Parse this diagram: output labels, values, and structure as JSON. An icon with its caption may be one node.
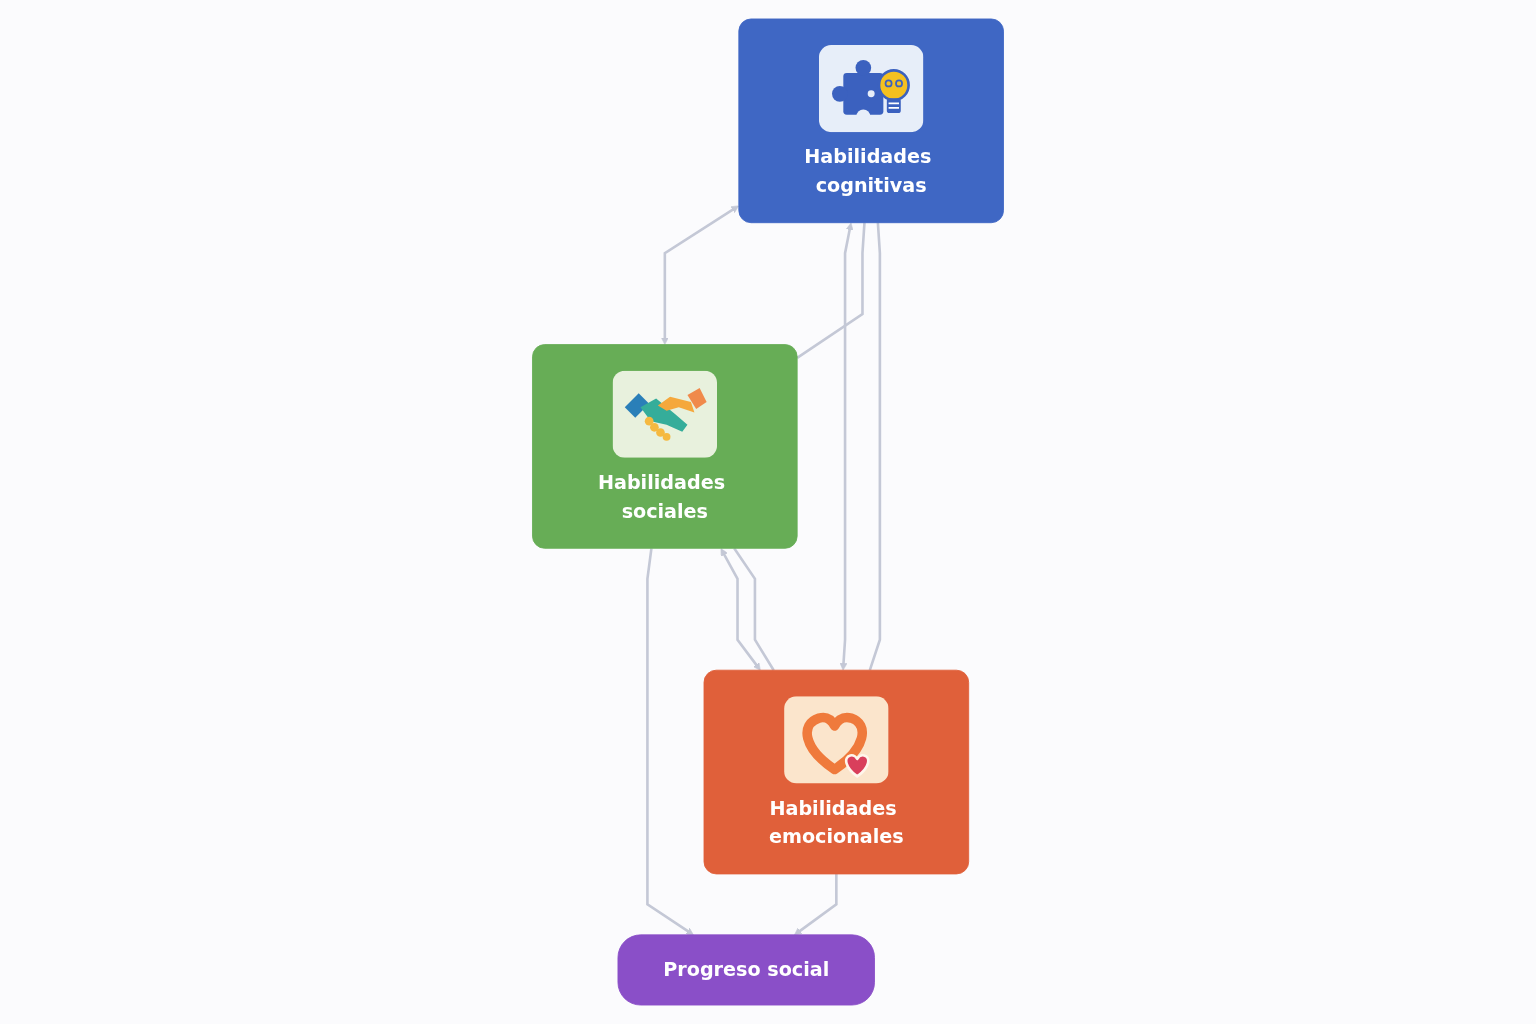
{
  "diagram": {
    "nodes": [
      {
        "text": [
          "Habilidades cognitivas"
        ]
      },
      {
        "text": [
          "Progreso social"
        ]
      },
      {
        "text": [
          "Habilidades sociales"
        ]
      },
      {
        "text": [
          "Habilidades emocionales"
        ]
      }
    ],
    "edges": [
      {
        "from": 0,
        "to": 2,
        "arrow": "both"
      },
      {
        "from": 0,
        "to": 3,
        "arrow": "both"
      },
      {
        "from": 2,
        "to": 1,
        "arrow": "to"
      },
      {
        "from": 3,
        "to": 1,
        "arrow": "to"
      },
      {
        "from": 2,
        "to": 3,
        "arrow": "both"
      },
      {
        "from": 0,
        "to": 2,
        "arrow": "none"
      },
      {
        "from": 0,
        "to": 3,
        "arrow": "none"
      },
      {
        "from": 2,
        "to": 3,
        "arrow": "none"
      }
    ]
  }
}
